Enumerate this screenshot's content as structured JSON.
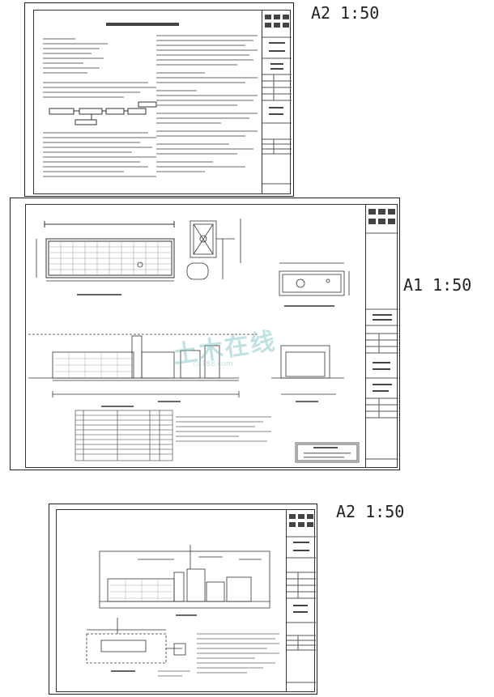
{
  "sheets": [
    {
      "label": "A2 1:50"
    },
    {
      "label": "A1 1:50"
    },
    {
      "label": "A2 1:50"
    }
  ]
}
